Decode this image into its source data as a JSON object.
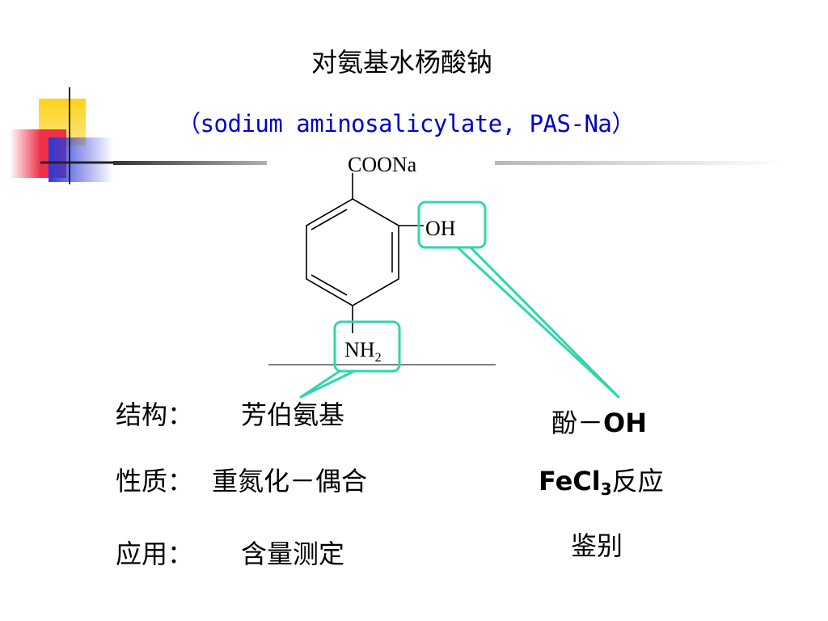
{
  "slide": {
    "title_cn": "对氨基水杨酸钠",
    "title_en": "（sodium aminosalicylate, PAS-Na）",
    "structure": {
      "top_group": "COONa",
      "side_group": "OH",
      "bottom_group_main": "NH",
      "bottom_group_sub": "2"
    },
    "properties": [
      {
        "label": "结构：",
        "value": "芳伯氨基"
      },
      {
        "label": "性质：",
        "value": "重氮化－偶合"
      },
      {
        "label": "应用：",
        "value": "含量测定"
      }
    ],
    "phenol": {
      "prefix": "酚－",
      "group": "OH",
      "reagent_main": "FeCl",
      "reagent_sub": "3",
      "reaction": "反应",
      "use": "鉴别"
    }
  },
  "colors": {
    "title_en": "#0000cc",
    "callout": "#2fd6b0",
    "deco_yellow": "#ffd21a",
    "deco_blue": "#2e3ad6",
    "deco_red": "#ee3048"
  }
}
